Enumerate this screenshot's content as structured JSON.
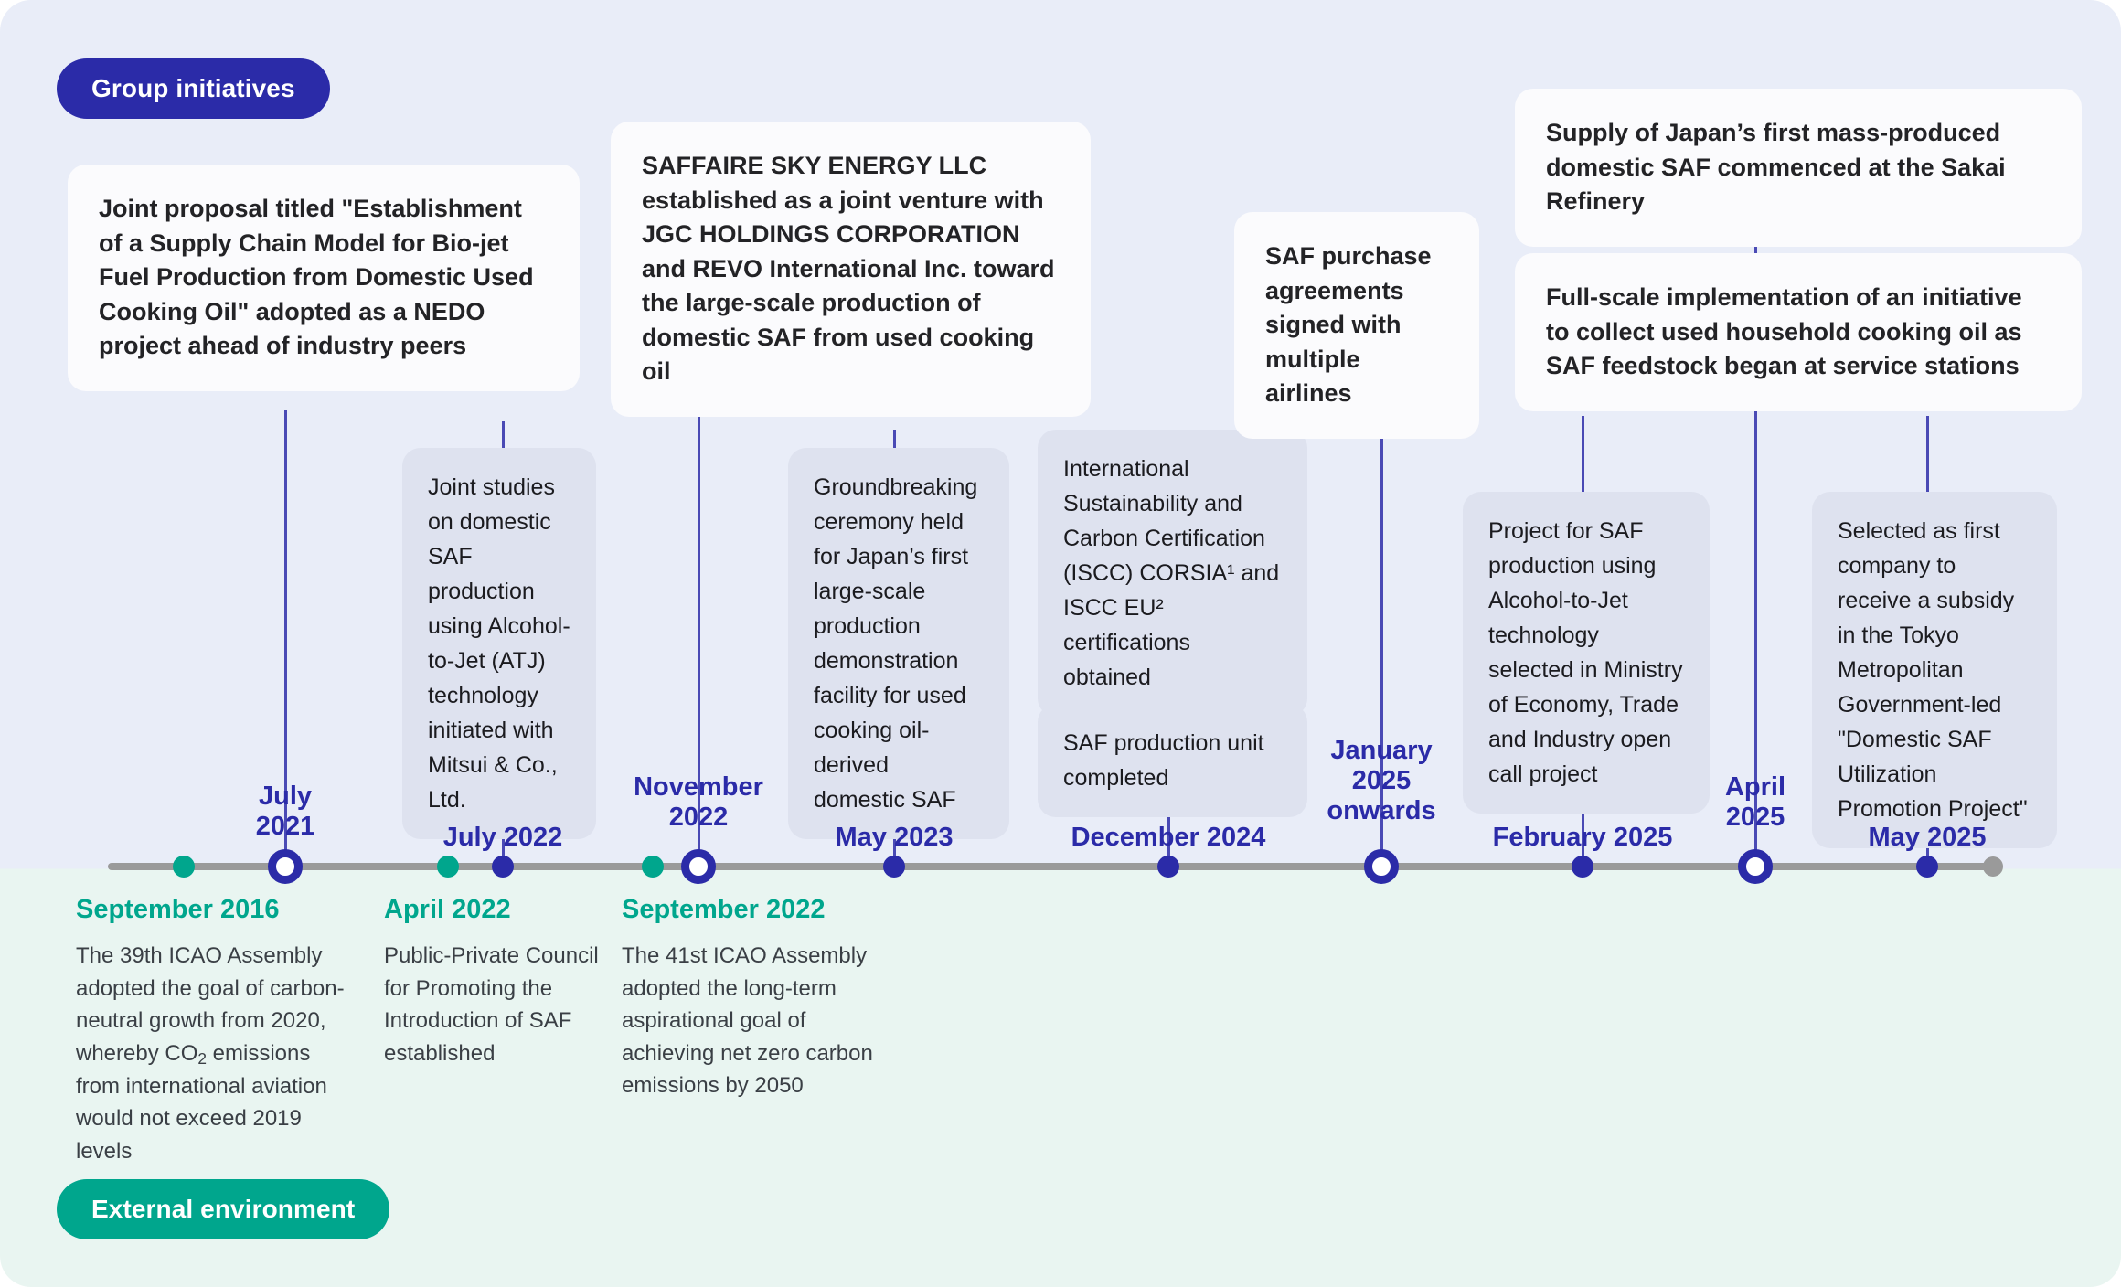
{
  "badges": {
    "group": "Group initiatives",
    "external": "External environment"
  },
  "timeline": {
    "axis_color": "#9a9a9a",
    "accent_blue": "#2b2ba8",
    "accent_teal": "#00a68d"
  },
  "upper_cards": [
    {
      "id": "nedo-proposal",
      "style": "white",
      "text": "Joint proposal titled \"Establishment of a Supply Chain Model for Bio-jet Fuel Production from Domestic Used Cooking Oil\" adopted as a NEDO project ahead of industry peers"
    },
    {
      "id": "atj-mitsui",
      "style": "grey",
      "text": "Joint studies on domestic SAF production using Alcohol-to-Jet (ATJ) technology initiated with Mitsui & Co., Ltd."
    },
    {
      "id": "saffaire-sky-energy",
      "style": "white",
      "text": "SAFFAIRE SKY ENERGY LLC established as a joint venture with JGC HOLDINGS CORPORATION and REVO International Inc. toward the large-scale production of domestic SAF from used cooking oil"
    },
    {
      "id": "groundbreaking-ceremony",
      "style": "grey",
      "text": "Groundbreaking ceremony held for Japan’s first large-scale production demonstration facility for used cooking oil-derived domestic SAF"
    },
    {
      "id": "iscc-certifications",
      "style": "grey",
      "text": "International Sustainability and Carbon Certification (ISCC) CORSIA¹ and ISCC EU² certifications obtained"
    },
    {
      "id": "saf-production-unit",
      "style": "grey",
      "text": "SAF production unit completed"
    },
    {
      "id": "saf-purchase-agreements",
      "style": "white",
      "text": "SAF purchase agreements signed with multiple airlines"
    },
    {
      "id": "sakai-refinery-supply",
      "style": "white",
      "text": "Supply of Japan’s first mass-produced domestic SAF commenced at the Sakai Refinery"
    },
    {
      "id": "household-cooking-oil",
      "style": "white",
      "text": "Full-scale implementation of an initiative to collect used household cooking oil as SAF feedstock began at service stations"
    },
    {
      "id": "meti-open-call",
      "style": "grey",
      "text": "Project for SAF production using Alcohol-to-Jet technology selected in Ministry of Economy, Trade and Industry open call project"
    },
    {
      "id": "tokyo-subsidy",
      "style": "grey",
      "text": "Selected as first company to receive a subsidy in the Tokyo Metropolitan Government-led \"Domestic SAF Utilization Promotion Project\""
    }
  ],
  "upper_dates": [
    {
      "id": "july-2021",
      "label": "July\n2021"
    },
    {
      "id": "july-2022",
      "label": "July 2022"
    },
    {
      "id": "november-2022",
      "label": "November\n2022"
    },
    {
      "id": "may-2023",
      "label": "May 2023"
    },
    {
      "id": "december-2024",
      "label": "December 2024"
    },
    {
      "id": "january-2025",
      "label": "January\n2025\nonwards"
    },
    {
      "id": "february-2025",
      "label": "February 2025"
    },
    {
      "id": "april-2025",
      "label": "April\n2025"
    },
    {
      "id": "may-2025",
      "label": "May 2025"
    }
  ],
  "lower_events": [
    {
      "id": "september-2016",
      "date": "September 2016",
      "desc_parts": [
        "The 39th ICAO Assembly adopted the goal of carbon-neutral growth from 2020, whereby CO",
        "2",
        " emissions from international aviation would not exceed 2019 levels"
      ]
    },
    {
      "id": "april-2022",
      "date": "April 2022",
      "desc": "Public-Private Council for Promoting the Introduction of SAF established"
    },
    {
      "id": "september-2022",
      "date": "September 2022",
      "desc": "The 41st ICAO Assembly adopted the long-term aspirational goal of achieving net zero carbon emissions by 2050"
    }
  ]
}
